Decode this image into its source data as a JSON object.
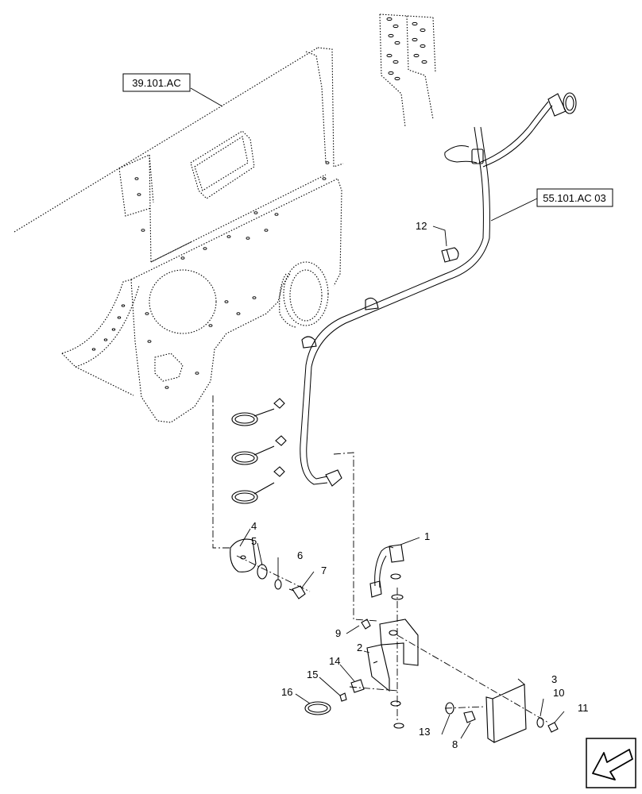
{
  "references": {
    "ref_a": "39.101.AC",
    "ref_b": "55.101.AC 03"
  },
  "callouts": {
    "c1": "1",
    "c2": "2",
    "c3": "3",
    "c4": "4",
    "c5": "5",
    "c6": "6",
    "c7": "7",
    "c8": "8",
    "c9": "9",
    "c10": "10",
    "c11": "11",
    "c12": "12",
    "c13": "13",
    "c14": "14",
    "c15": "15",
    "c16": "16"
  },
  "icons": {
    "nav": "previous-arrow-icon"
  }
}
